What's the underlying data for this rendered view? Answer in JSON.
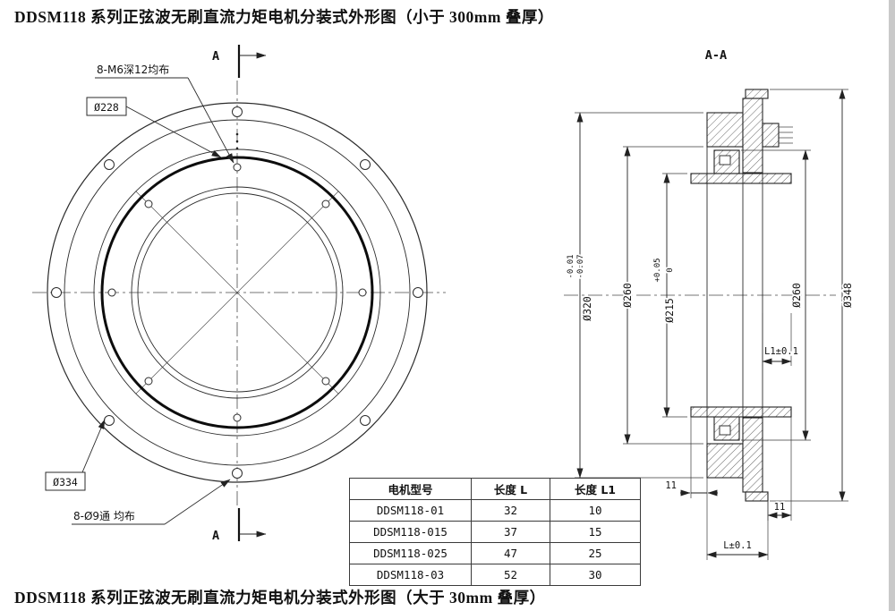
{
  "titles": {
    "top": "DDSM118 系列正弦波无刷直流力矩电机分装式外形图（小于 300mm 叠厚）",
    "bottom": "DDSM118 系列正弦波无刷直流力矩电机分装式外形图（大于 30mm 叠厚）"
  },
  "front": {
    "m6_label": "8-M6深12均布",
    "d228": "Ø228",
    "d334": "Ø334",
    "holes_label": "8-Ø9通 均布",
    "section_a_top": "A",
    "section_a_bottom": "A"
  },
  "section": {
    "title": "A-A",
    "d320": "Ø320",
    "d320_tol_up": "-0.01",
    "d320_tol_lo": "-0.07",
    "d260_left": "Ø260",
    "d215": "Ø215",
    "d215_tol_up": "+0.05",
    "d215_tol_lo": "0",
    "d260_right": "Ø260",
    "d348": "Ø348",
    "l1": "L1±0.1",
    "t11_left": "11",
    "t11_right": "11",
    "l": "L±0.1"
  },
  "table": {
    "headers": [
      "电机型号",
      "长度 L",
      "长度 L1"
    ],
    "rows": [
      [
        "DDSM118-01",
        "32",
        "10"
      ],
      [
        "DDSM118-015",
        "37",
        "15"
      ],
      [
        "DDSM118-025",
        "47",
        "25"
      ],
      [
        "DDSM118-03",
        "52",
        "30"
      ]
    ]
  }
}
